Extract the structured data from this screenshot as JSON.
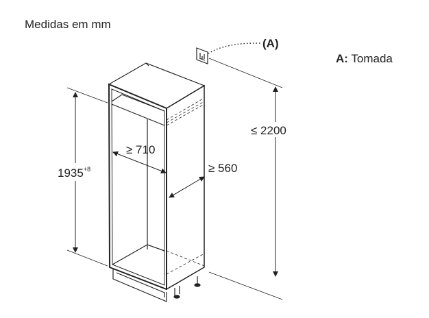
{
  "title": "Medidas em mm",
  "legend": {
    "key": "A:",
    "label": "Tomada"
  },
  "callout": {
    "label": "(A)"
  },
  "dimensions": {
    "cabinet_height": "1935",
    "cabinet_height_tolerance": "+8",
    "depth": "≥ 710",
    "width": "≥ 560",
    "socket_height": "≤ 2200"
  },
  "icons": {
    "socket": "socket-icon"
  }
}
